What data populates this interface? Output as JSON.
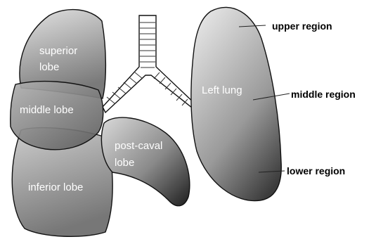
{
  "right_lung": {
    "superior_lobe_lines": [
      "superior",
      "lobe"
    ],
    "middle_lobe": "middle lobe",
    "postcaval_lobe_lines": [
      "post-caval",
      "lobe"
    ],
    "inferior_lobe": "inferior lobe"
  },
  "left_lung": {
    "label": "Left lung"
  },
  "regions": {
    "upper": "upper region",
    "middle": "middle region",
    "lower": "lower region"
  }
}
